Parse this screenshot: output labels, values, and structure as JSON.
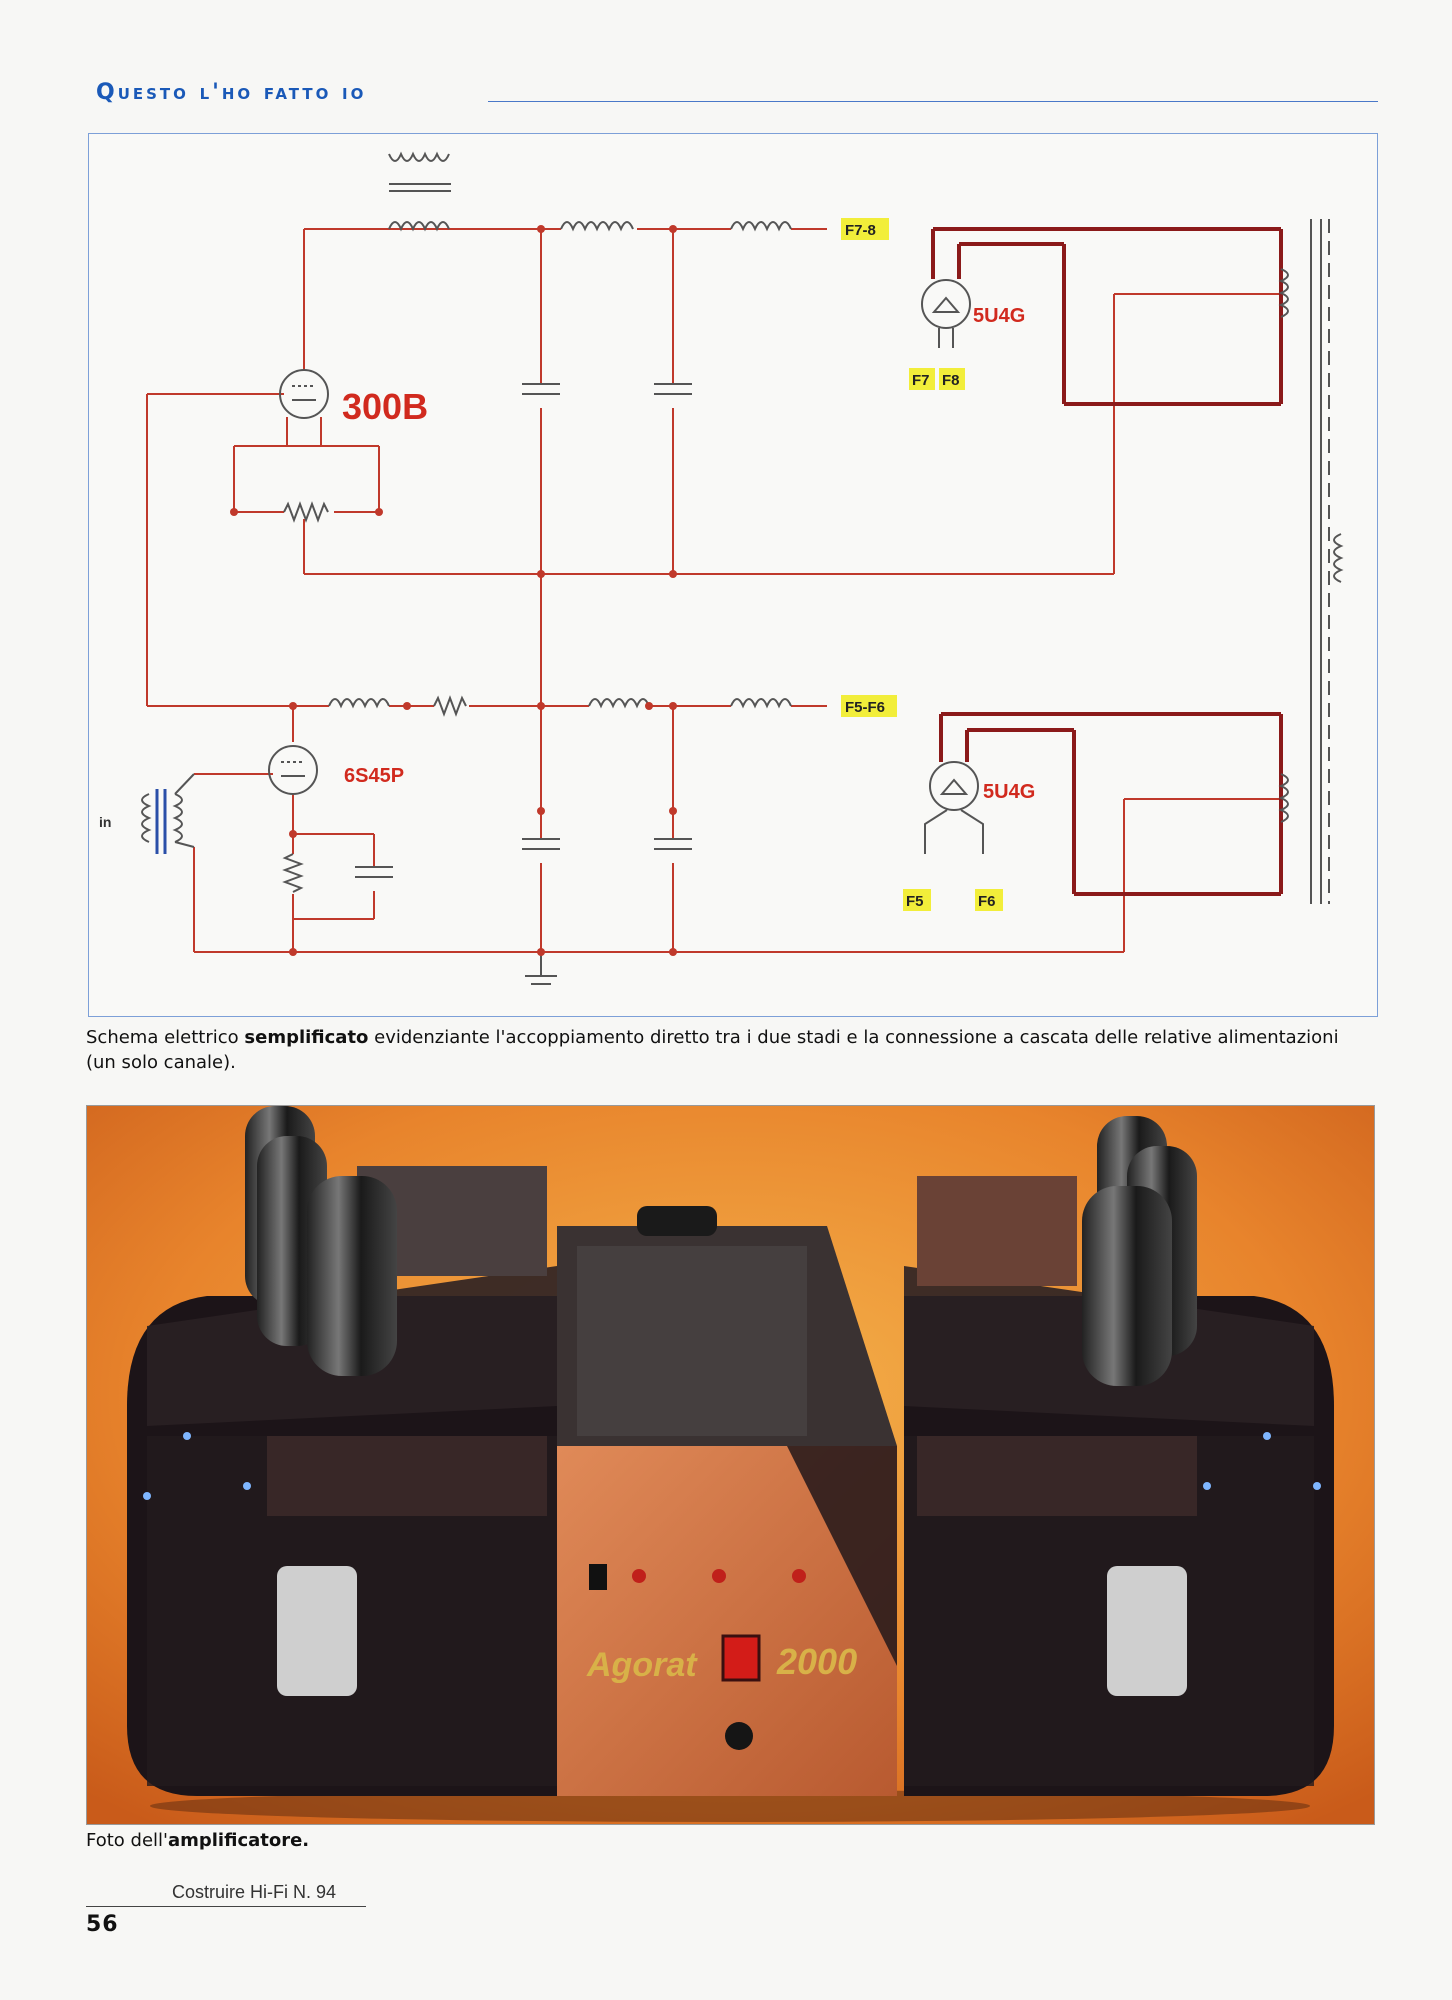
{
  "header": {
    "section_title": "Questo l'ho fatto io"
  },
  "schematic": {
    "tube_labels": {
      "output_tube": "300B",
      "driver_tube": "6S45P",
      "rectifier_top": "5U4G",
      "rectifier_bottom": "5U4G"
    },
    "filament_labels": {
      "supply_top": "F7-8",
      "supply_bottom": "F5-F6",
      "rect_top_left": "F7",
      "rect_top_right": "F8",
      "rect_bottom_left": "F5",
      "rect_bottom_right": "F6"
    },
    "input_label": "in",
    "colors": {
      "wire": "#c0392b",
      "label": "#d12a1e",
      "highlight": "#f2ee3a",
      "component": "#555555",
      "heavy_wire": "#8b1a1a",
      "input_transformer": "#2a4fa8"
    }
  },
  "captions": {
    "schematic": {
      "pre": "Schema elettrico ",
      "bold": "semplificato",
      "post": " evidenziante l'accoppiamento diretto tra i due stadi e la connessione a cascata delle relative alimentazioni (un solo canale)."
    },
    "photo": {
      "pre": "Foto dell'",
      "bold": "amplificatore."
    }
  },
  "photo": {
    "logo_text": "Agorat",
    "model_text": "2000"
  },
  "footer": {
    "magazine": "Costruire Hi-Fi N. 94",
    "page_number": "56"
  }
}
